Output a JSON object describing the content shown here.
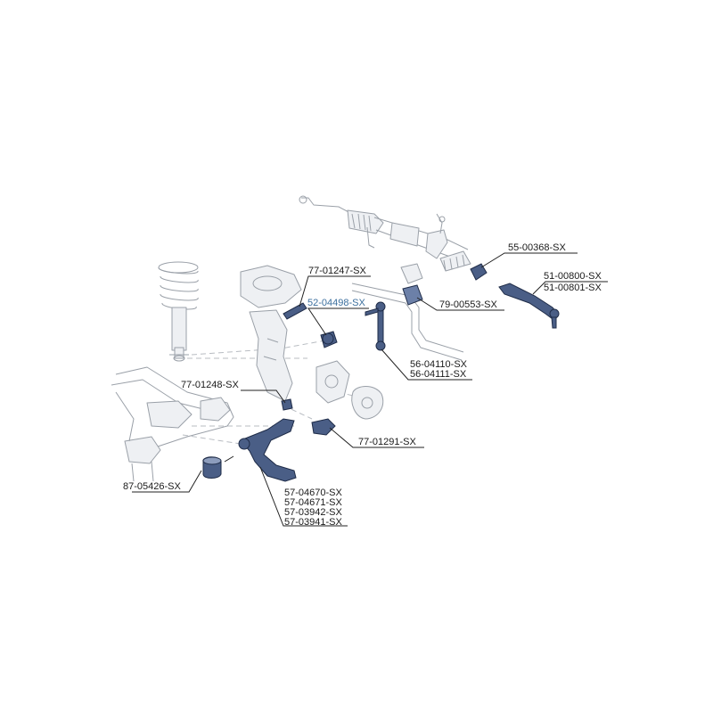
{
  "diagram": {
    "labels": {
      "l55_00368": "55-00368-SX",
      "l51_00800": "51-00800-SX",
      "l51_00801": "51-00801-SX",
      "l77_01247": "77-01247-SX",
      "l52_04498": "52-04498-SX",
      "l79_00553": "79-00553-SX",
      "l56_04110": "56-04110-SX",
      "l56_04111": "56-04111-SX",
      "l77_01248": "77-01248-SX",
      "l77_01291": "77-01291-SX",
      "l87_05426": "87-05426-SX",
      "l57_04670": "57-04670-SX",
      "l57_04671": "57-04671-SX",
      "l57_03942": "57-03942-SX",
      "l57_03941": "57-03941-SX"
    },
    "colors": {
      "part_fill": "#4a5e86",
      "part_outline": "#1f2c48",
      "sketch_line": "#9aa0a8",
      "link_label": "#3b6f9e"
    }
  }
}
